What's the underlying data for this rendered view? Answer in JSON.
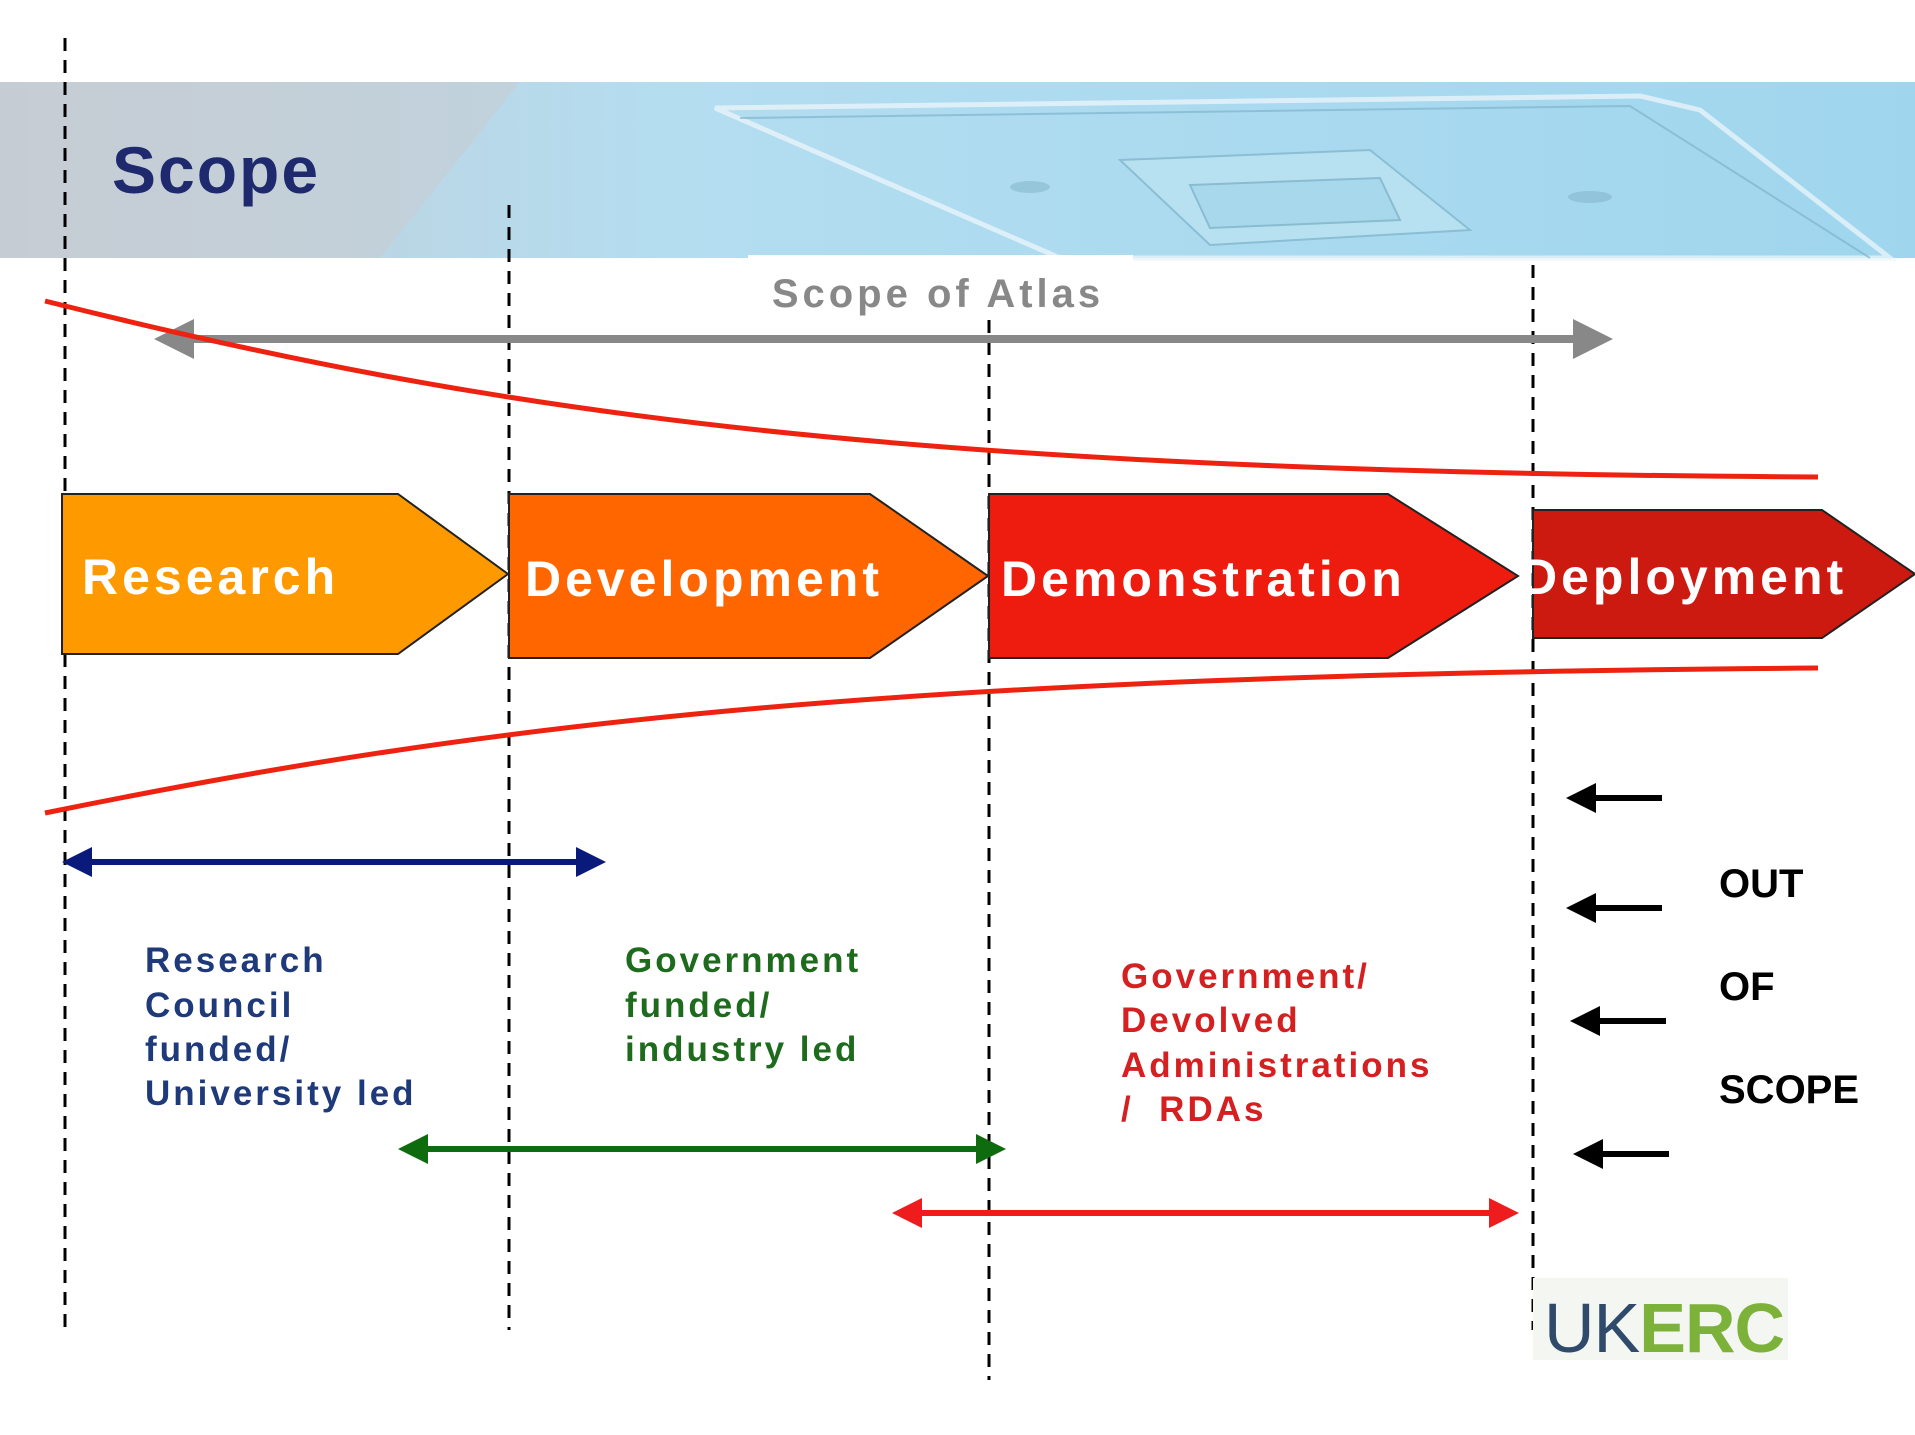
{
  "header": {
    "title": "Scope"
  },
  "atlas": {
    "label": "Scope of Atlas"
  },
  "stages": [
    {
      "label": "Research",
      "color": "#FF9900"
    },
    {
      "label": "Development",
      "color": "#FF6600"
    },
    {
      "label": "Demonstration",
      "color": "#EE1C0E"
    },
    {
      "label": "Deployment",
      "color": "#CC1A10"
    }
  ],
  "funders": {
    "research_council": {
      "lines": [
        "Research",
        "Council",
        "funded/",
        "University led"
      ],
      "color": "#1F3A7A"
    },
    "government": {
      "lines": [
        "Government",
        "funded/",
        "industry led"
      ],
      "color": "#1E6B1E"
    },
    "devolved": {
      "lines": [
        "Government/",
        "Devolved",
        "Administrations",
        "/  RDAs"
      ],
      "color": "#D42020"
    }
  },
  "out_of_scope": {
    "lines": [
      "OUT",
      "OF",
      "SCOPE"
    ]
  },
  "logo": {
    "text_uk": "UK",
    "text_erc": "ERC"
  },
  "colors": {
    "header_band": "#A9D9EE",
    "title": "#1F2A6E",
    "atlas_arrow": "#888888",
    "funnel": "#EE2211",
    "blue_arrow": "#0A1A7A",
    "green_arrow": "#0E6B0E",
    "red_arrow": "#EE1C1C"
  }
}
